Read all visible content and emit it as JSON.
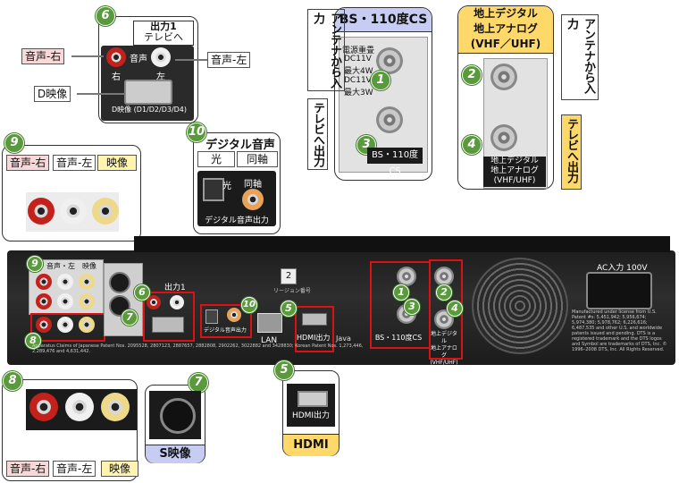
{
  "callouts": {
    "bs_cs": {
      "title": "BS・110度CS",
      "num_antenna": "1",
      "num_tv": "3",
      "port_label": "BS・110度CS",
      "antenna_vlabel": "アンテナから入力",
      "tv_vlabel": "テレビへ出力",
      "label_power": "電源重畳",
      "label_dc": "DC11V",
      "label_max": "最大4W",
      "label_dc2": "DC11V",
      "label_max2": "最大3W"
    },
    "terrestrial": {
      "title_line1": "地上デジタル",
      "title_line2": "地上アナログ",
      "title_line3": "(VHF／UHF)",
      "num_antenna": "2",
      "num_tv": "4",
      "port_line1": "地上デジタル",
      "port_line2": "地上アナログ",
      "port_line3": "(VHF/UHF)",
      "antenna_vlabel": "アンテナから入力",
      "tv_vlabel": "テレビへ出力"
    },
    "d_output": {
      "num": "6",
      "title_line1": "出力1",
      "title_line2": "テレビへ",
      "audio_label": "音声",
      "right": "右",
      "left": "左",
      "d_label": "D映像 (D1/D2/D3/D4)",
      "audio_r": "音声-右",
      "audio_l": "音声-左",
      "d_video": "D映像"
    },
    "digital_audio": {
      "num": "10",
      "title": "デジタル音声",
      "optical": "光",
      "coaxial": "同軸",
      "inner_optical": "光",
      "inner_coaxial": "同軸",
      "footer": "デジタル音声出力"
    },
    "input9": {
      "num": "9",
      "audio_r": "音声-右",
      "audio_l": "音声-左",
      "video": "映像"
    },
    "input8": {
      "num": "8",
      "audio_r": "音声-右",
      "audio_l": "音声-左",
      "video": "映像"
    },
    "svideo": {
      "num": "7",
      "label": "S映像"
    },
    "hdmi": {
      "num": "5",
      "port_label": "HDMI出力",
      "title": "HDMI"
    }
  },
  "rear_panel": {
    "ac_label": "AC入力 100V",
    "lan": "LAN",
    "hdmi_out": "HDMI出力",
    "digital_audio_out": "デジタル音声出力",
    "bs_port": "BS・110度CS",
    "terr_port_line1": "地上デジタル",
    "terr_port_line2": "地上アナログ",
    "terr_port_line3": "(VHF/UHF)",
    "input_header": "右・音声・左",
    "video_header": "映像",
    "output_label": "出力1",
    "java_label": "Java",
    "num_2box": "2",
    "region_label": "リージョン番号",
    "dolby_text": "Manufactured under license from U.S. Patent #s: 5,451,942; 5,956,674; 5,974,380; 5,978,762; 6,226,616; 6,487,535 and other U.S. and worldwide patents issued and pending. DTS is a registered trademark and the DTS logos and Symbol are trademarks of DTS, Inc. © 1996–2008 DTS, Inc. All Rights Reserved.",
    "patent_text": "Apparatus Claims of Japanese Patent Nos. 2095528, 2807123, 2887657, 2882808, 2902262, 3022882 and 3428830; Korean Patent Nos. 1,273,446, 2,289,476 and 4,631,442.",
    "nums": {
      "n9": "9",
      "n8": "8",
      "n6": "6",
      "n7": "7",
      "n10": "10",
      "n5": "5",
      "n1": "1",
      "n3": "3",
      "n2": "2",
      "n4": "4"
    }
  }
}
